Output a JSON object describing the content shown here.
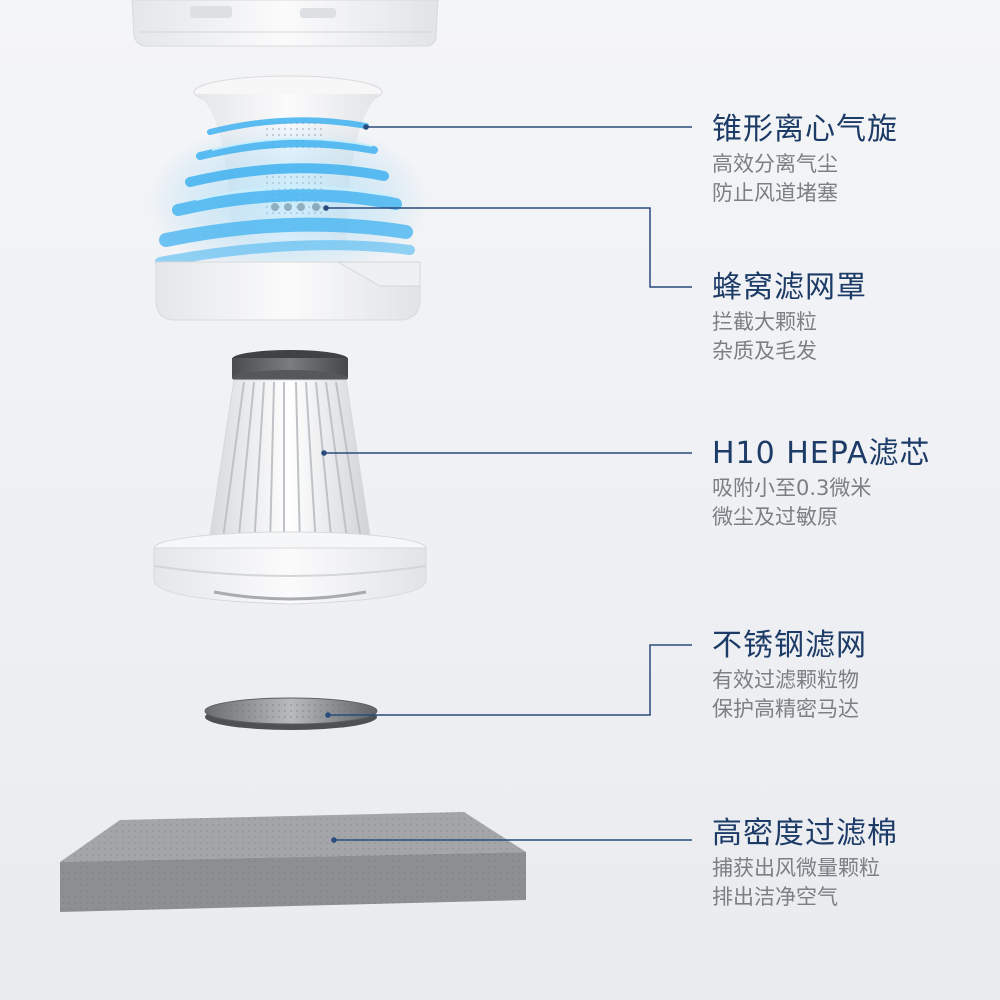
{
  "callouts": [
    {
      "title": "锥形离心气旋",
      "desc": [
        "高效分离气尘",
        "防止风道堵塞"
      ]
    },
    {
      "title": "蜂窝滤网罩",
      "desc": [
        "拦截大颗粒",
        "杂质及毛发"
      ]
    },
    {
      "title": "H10 HEPA滤芯",
      "desc": [
        "吸附小至0.3微米",
        "微尘及过敏原"
      ]
    },
    {
      "title": "不锈钢滤网",
      "desc": [
        "有效过滤颗粒物",
        "保护高精密马达"
      ]
    },
    {
      "title": "高密度过滤棉",
      "desc": [
        "捕获出风微量颗粒",
        "排出洁净空气"
      ]
    }
  ],
  "colors": {
    "title_text": "#1d3b67",
    "desc_text": "#7c7f83",
    "leader_line": "#2a4b7c",
    "cyclone_glow": "#3fb2f0",
    "filter_cap": "#5a5d60",
    "sponge": "#8d8f92"
  },
  "icons": [
    "cyclone-cone",
    "honeycomb-mesh-cover",
    "hepa-filter",
    "steel-mesh-disc",
    "filter-sponge"
  ]
}
